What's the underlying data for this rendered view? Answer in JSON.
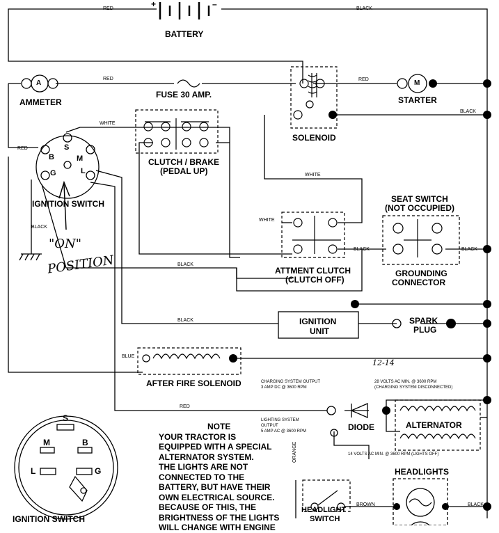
{
  "wire_colors": {
    "red": "RED",
    "black": "BLACK",
    "white": "WHITE",
    "blue": "BLUE",
    "orange": "ORANGE",
    "brown": "BROWN"
  },
  "components": {
    "battery": "BATTERY",
    "battery_plus": "+",
    "battery_minus": "–",
    "ammeter": "AMMETER",
    "ammeter_symbol": "A",
    "fuse": "FUSE 30 AMP.",
    "starter": "STARTER",
    "starter_symbol": "M",
    "solenoid": "SOLENOID",
    "clutch_brake_1": "CLUTCH / BRAKE",
    "clutch_brake_2": "(PEDAL UP)",
    "ignition_switch": "IGNITION SWITCH",
    "seat_switch_1": "SEAT SWITCH",
    "seat_switch_2": "(NOT OCCUPIED)",
    "attment_clutch_1": "ATTMENT CLUTCH",
    "attment_clutch_2": "(CLUTCH OFF)",
    "grounding_1": "GROUNDING",
    "grounding_2": "CONNECTOR",
    "ignition_unit_1": "IGNITION",
    "ignition_unit_2": "UNIT",
    "spark_plug_1": "SPARK",
    "spark_plug_2": "PLUG",
    "after_fire": "AFTER FIRE SOLENOID",
    "diode": "DIODE",
    "alternator": "ALTERNATOR",
    "headlights": "HEADLIGHTS",
    "headlight_switch_1": "HEADLIGHT",
    "headlight_switch_2": "SWITCH"
  },
  "switch_terminals": {
    "s": "S",
    "b": "B",
    "m": "M",
    "l": "L",
    "g": "G"
  },
  "charging": {
    "out_1": "CHARGING SYSTEM OUTPUT",
    "out_2": "3 AMP DC @ 3600 RPM",
    "volts_1": "28 VOLTS AC MIN. @ 3600 RPM",
    "volts_2": "(CHARGING SYSTEM DISCONNECTED)",
    "light_1": "LIGHTING SYSTEM",
    "light_2": "OUTPUT",
    "light_3": "5 AMP AC @ 3600 RPM",
    "light_4": "14 VOLTS AC MIN. @ 3600 RPM (LIGHTS OFF)"
  },
  "note": {
    "title": "NOTE",
    "lines": [
      "YOUR TRACTOR IS",
      "EQUIPPED WITH A SPECIAL",
      "ALTERNATOR SYSTEM.",
      "THE LIGHTS ARE NOT",
      "CONNECTED TO THE",
      "BATTERY, BUT HAVE THEIR",
      "OWN ELECTRICAL SOURCE.",
      "BECAUSE OF THIS, THE",
      "BRIGHTNESS OF THE LIGHTS",
      "WILL CHANGE WITH ENGINE"
    ]
  },
  "handwriting": {
    "on": "\"ON\"",
    "position": "POSITION",
    "mark": "12-14"
  }
}
